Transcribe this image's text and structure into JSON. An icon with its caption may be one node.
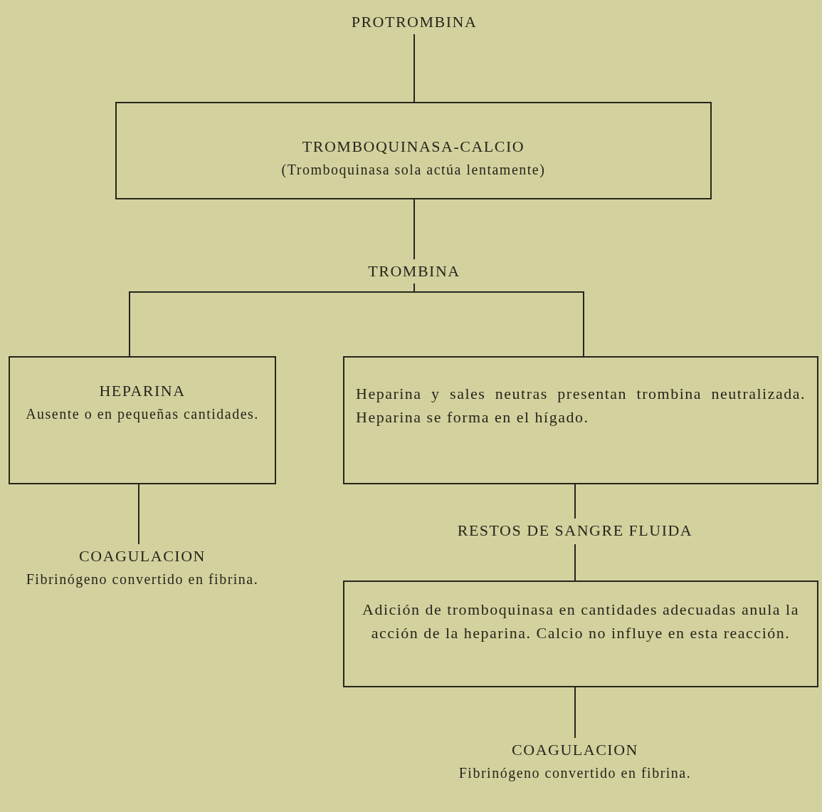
{
  "diagram": {
    "nodes": [
      {
        "text": [
          "PROTROMBINA"
        ]
      },
      {
        "text": [
          "TROMBOQUINASA-CALCIO",
          "(Tromboquinasa sola actúa lentamente)"
        ]
      },
      {
        "text": [
          "TROMBINA"
        ]
      },
      {
        "text": [
          "HEPARINA",
          "Ausente o en pequeñas cantidades."
        ]
      },
      {
        "text": [
          "Heparina y sales neutras presentan trombina neutralizada. Heparina se forma en el hígado."
        ]
      },
      {
        "text": [
          "COAGULACION",
          "Fibrinógeno convertido en fibrina."
        ]
      },
      {
        "text": [
          "RESTOS DE SANGRE FLUIDA"
        ]
      },
      {
        "text": [
          "Adición de tromboquinasa en cantidades adecuadas anula la acción de la heparina. Calcio no influye en esta reacción."
        ]
      },
      {
        "text": [
          "COAGULACION",
          "Fibrinógeno convertido en fibrina."
        ]
      }
    ],
    "edges": [
      {
        "from": 0,
        "to": 1,
        "arrow": "none"
      },
      {
        "from": 1,
        "to": 2,
        "arrow": "none"
      },
      {
        "from": 2,
        "to": 3,
        "arrow": "none"
      },
      {
        "from": 2,
        "to": 4,
        "arrow": "none"
      },
      {
        "from": 3,
        "to": 5,
        "arrow": "none"
      },
      {
        "from": 4,
        "to": 6,
        "arrow": "none"
      },
      {
        "from": 6,
        "to": 7,
        "arrow": "none"
      },
      {
        "from": 7,
        "to": 8,
        "arrow": "none"
      }
    ]
  }
}
